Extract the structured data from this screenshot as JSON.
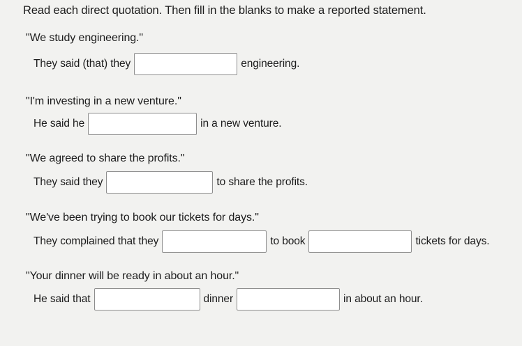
{
  "instruction": "Read each direct quotation. Then fill in the blanks to make a reported statement.",
  "items": [
    {
      "quote": "\"We study engineering.\"",
      "before_1": "They said (that) they",
      "after_1": "engineering."
    },
    {
      "quote": "\"I'm investing in a new venture.\"",
      "before_1": "He said he",
      "after_1": "in a new venture."
    },
    {
      "quote": "\"We agreed to share the profits.\"",
      "before_1": "They said they",
      "after_1": "to share the profits."
    },
    {
      "quote": "\"We've been trying to book our tickets for days.\"",
      "before_1": "They complained that they",
      "after_1": "to book",
      "after_2": "tickets for days."
    },
    {
      "quote": "\"Your dinner will be ready in about an hour.\"",
      "before_1": "He said that",
      "after_1": "dinner",
      "after_2": "in about an hour."
    }
  ]
}
